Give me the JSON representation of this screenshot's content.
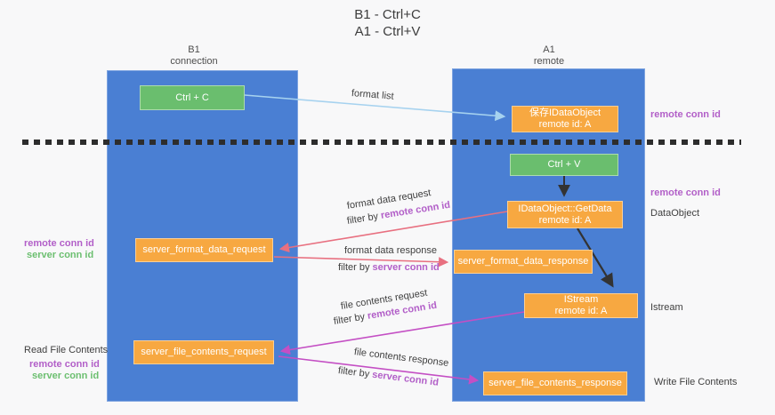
{
  "title": {
    "line1": "B1 - Ctrl+C",
    "line2": "A1 - Ctrl+V"
  },
  "lifelines": {
    "left": {
      "name": "B1",
      "role": "connection"
    },
    "right": {
      "name": "A1",
      "role": "remote"
    }
  },
  "nodes": {
    "ctrl_c": {
      "label": "Ctrl + C"
    },
    "saved_dataobject": {
      "line1": "保存IDataObject",
      "line2": "remote id: A"
    },
    "ctrl_v": {
      "label": "Ctrl + V"
    },
    "getdata": {
      "line1": "IDataObject::GetData",
      "line2": "remote id: A"
    },
    "format_request": {
      "label": "server_format_data_request"
    },
    "format_response": {
      "label": "server_format_data_response"
    },
    "istream": {
      "line1": "IStream",
      "line2": "remote id: A"
    },
    "file_request": {
      "label": "server_file_contents_request"
    },
    "file_response": {
      "label": "server_file_contents_response"
    }
  },
  "flow_labels": {
    "format_list": "format list",
    "format_data_request": "format data request",
    "format_data_response": "format data response",
    "file_contents_request": "file contents request",
    "file_contents_response": "file contents response",
    "filter_by": "filter by",
    "remote_conn_id": "remote conn id",
    "server_conn_id": "server conn id"
  },
  "side_labels": {
    "remote_conn_id": "remote conn id",
    "server_conn_id": "server conn id",
    "dataobject": "DataObject",
    "istream": "Istream",
    "read_file_contents": "Read File Contents",
    "write_file_contents": "Write File Contents"
  },
  "colors": {
    "lifeline_blue": "#4a7fd3",
    "node_orange": "#f7a841",
    "node_green": "#6abe6e",
    "arrow_blue": "#a6d2ef",
    "arrow_salmon": "#e87080",
    "arrow_magenta": "#c44fc4",
    "text_purple": "#b25fc8",
    "text_green": "#6cbf70"
  }
}
